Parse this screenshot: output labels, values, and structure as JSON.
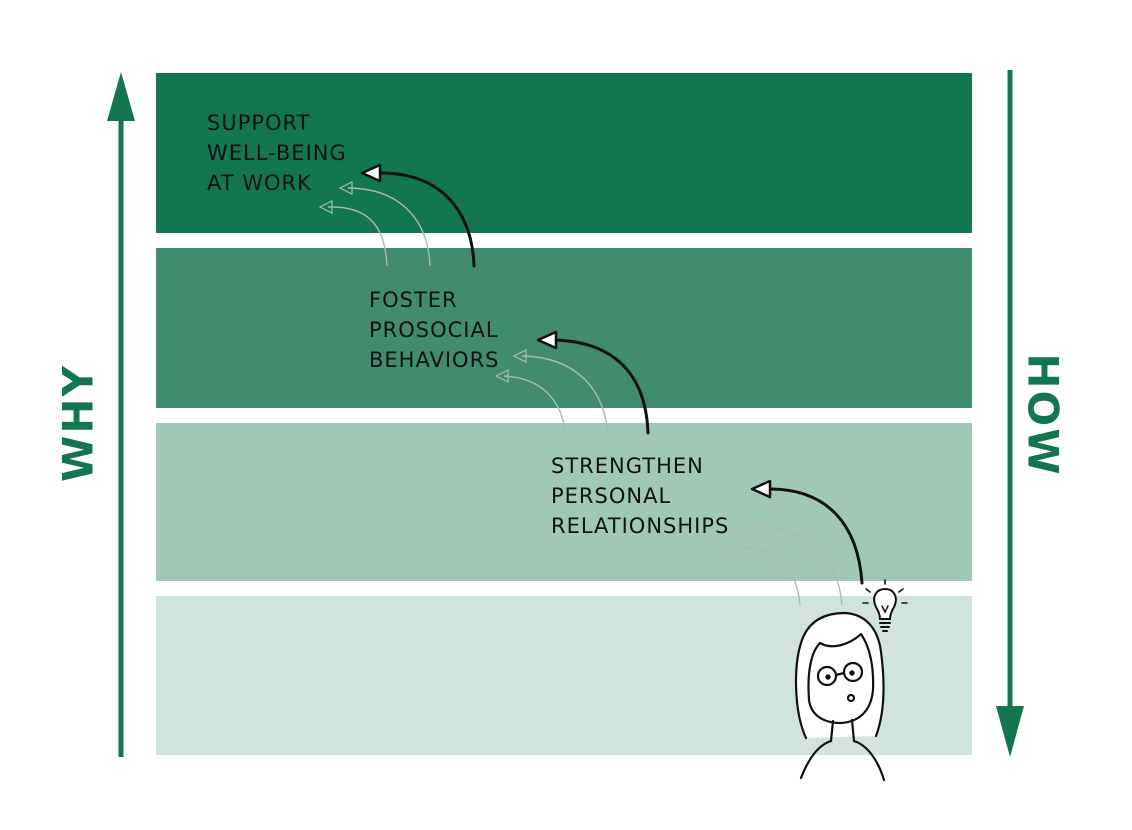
{
  "colors": {
    "band_1": "#127650",
    "band_2": "#418b6f",
    "band_3": "#9fc8b6",
    "band_4": "#d0e4db",
    "axis": "#127650",
    "ink": "#111111",
    "faint_ink": "#a9bcb3"
  },
  "levels": [
    {
      "lines": [
        "SUPPORT",
        "WELL-BEING",
        "AT WORK"
      ]
    },
    {
      "lines": [
        "FOSTER",
        "PROSOCIAL",
        "BEHAVIORS"
      ]
    },
    {
      "lines": [
        "STRENGTHEN",
        "PERSONAL",
        "RELATIONSHIPS"
      ]
    }
  ],
  "axes": {
    "left_label": "WHY",
    "left_direction": "up",
    "right_label": "HOW",
    "right_direction": "down"
  },
  "icons": [
    "lightbulb-icon",
    "person-with-glasses-illustration"
  ]
}
